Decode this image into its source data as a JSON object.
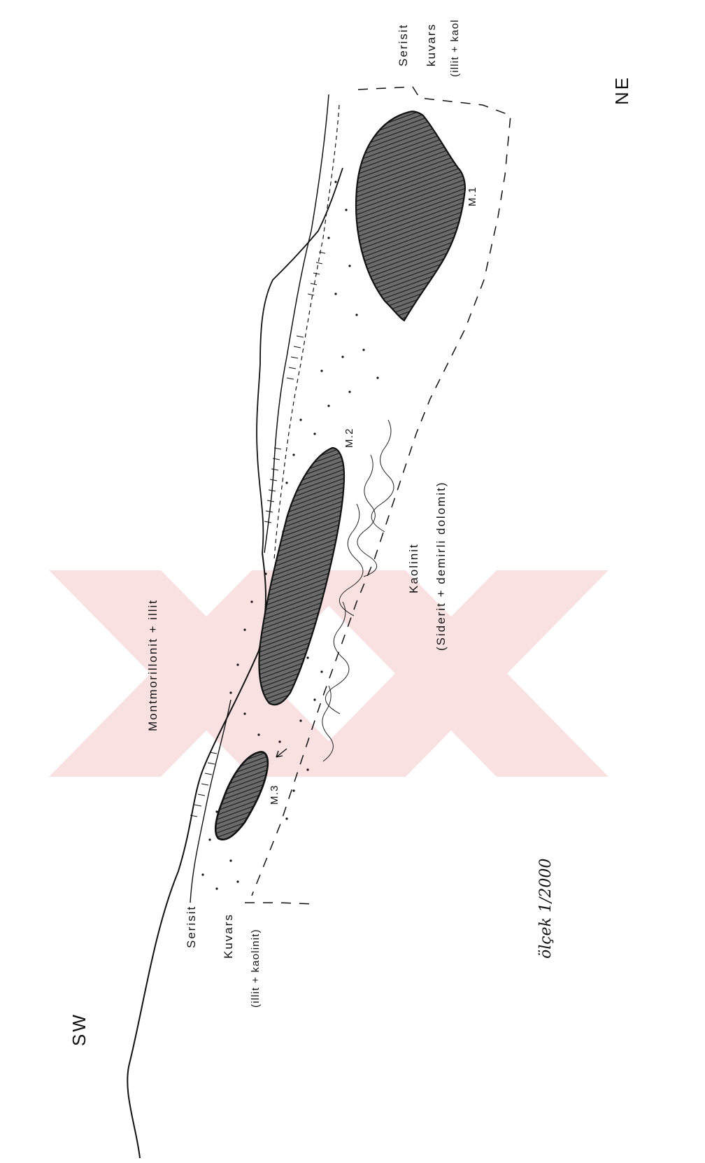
{
  "labels": {
    "dir_sw": "SW",
    "dir_ne": "NE",
    "top_right_1": "Serisit",
    "top_right_2": "kuvars",
    "top_right_3": "(illit + kaol",
    "bottom_left_1": "Serisit",
    "bottom_left_2": "Kuvars",
    "bottom_left_3": "(illit + kaolinit)",
    "upper_unit": "Montmorillonit + illit",
    "center_unit": "Kaolinit",
    "center_unit_detail": "(Siderit + demirli dolomit)",
    "lens_1": "M.1",
    "lens_2": "M.2",
    "lens_3": "M.3",
    "scale": "ölçek  1/2000"
  },
  "colors": {
    "ink": "#111111",
    "lens_fill": "#5a5a5a",
    "watermark": "#f5c9cc"
  }
}
